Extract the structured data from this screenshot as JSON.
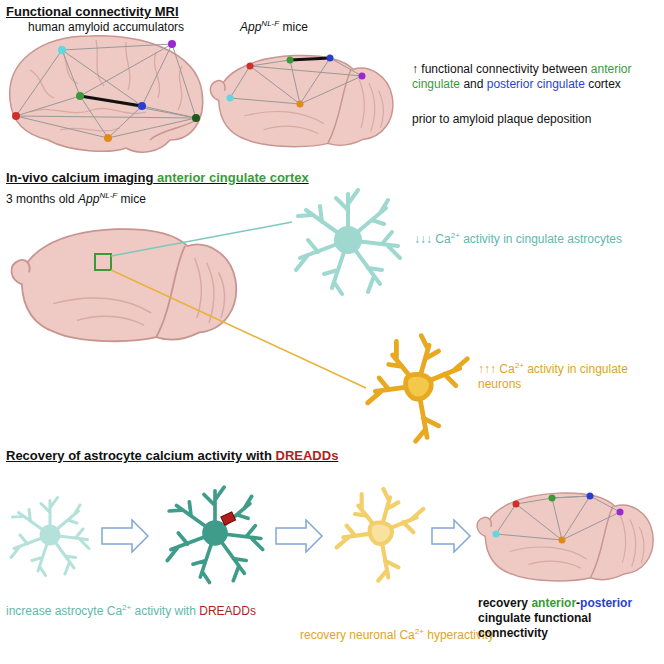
{
  "diagram": {
    "labels": [
      "Functional connectivity MRI",
      "human amyloid accumulators",
      "App",
      "NL-F",
      "mice",
      "↑ functional connectivity between",
      "anterior cingulate",
      "and",
      "posterior cingulate",
      "cortex",
      "prior to amyloid plaque deposition",
      "In-vivo calcium imaging",
      "anterior cingulate cortex",
      "3 months old",
      "App",
      "NL-F",
      "mice",
      "↓↓↓ Ca",
      "2+",
      "activity in cingulate astrocytes",
      "↑↑↑ Ca",
      "2+",
      "activity in cingulate neurons",
      "Recovery of astrocyte calcium activity with",
      "DREADDs",
      "increase astrocyte Ca",
      "2+",
      "activity with",
      "DREADDs",
      "recovery neuronal Ca",
      "2+",
      "hyperactivity",
      "recovery",
      "anterior",
      "-",
      "posterior",
      "cingulate functional connectivity"
    ]
  }
}
